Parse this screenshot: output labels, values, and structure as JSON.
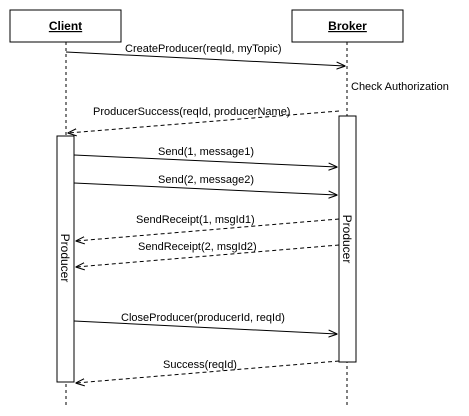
{
  "participants": {
    "client": {
      "label": "Client"
    },
    "broker": {
      "label": "Broker"
    }
  },
  "activations": {
    "client_producer": "Producer",
    "broker_producer": "Producer"
  },
  "messages": [
    {
      "label": "CreateProducer(reqId, myTopic)",
      "direction": "client-to-broker",
      "style": "solid"
    },
    {
      "label": "ProducerSuccess(reqId, producerName)",
      "direction": "broker-to-client",
      "style": "dashed"
    },
    {
      "label": "Send(1, message1)",
      "direction": "client-to-broker",
      "style": "solid"
    },
    {
      "label": "Send(2, message2)",
      "direction": "client-to-broker",
      "style": "solid"
    },
    {
      "label": "SendReceipt(1, msgId1)",
      "direction": "broker-to-client",
      "style": "dashed"
    },
    {
      "label": "SendReceipt(2, msgId2)",
      "direction": "broker-to-client",
      "style": "dashed"
    },
    {
      "label": "CloseProducer(producerId, reqId)",
      "direction": "client-to-broker",
      "style": "solid"
    },
    {
      "label": "Success(reqId)",
      "direction": "broker-to-client",
      "style": "dashed"
    }
  ],
  "notes": {
    "check_authorization": "Check Authorization"
  },
  "colors": {
    "stroke": "#000000",
    "background": "#ffffff"
  }
}
